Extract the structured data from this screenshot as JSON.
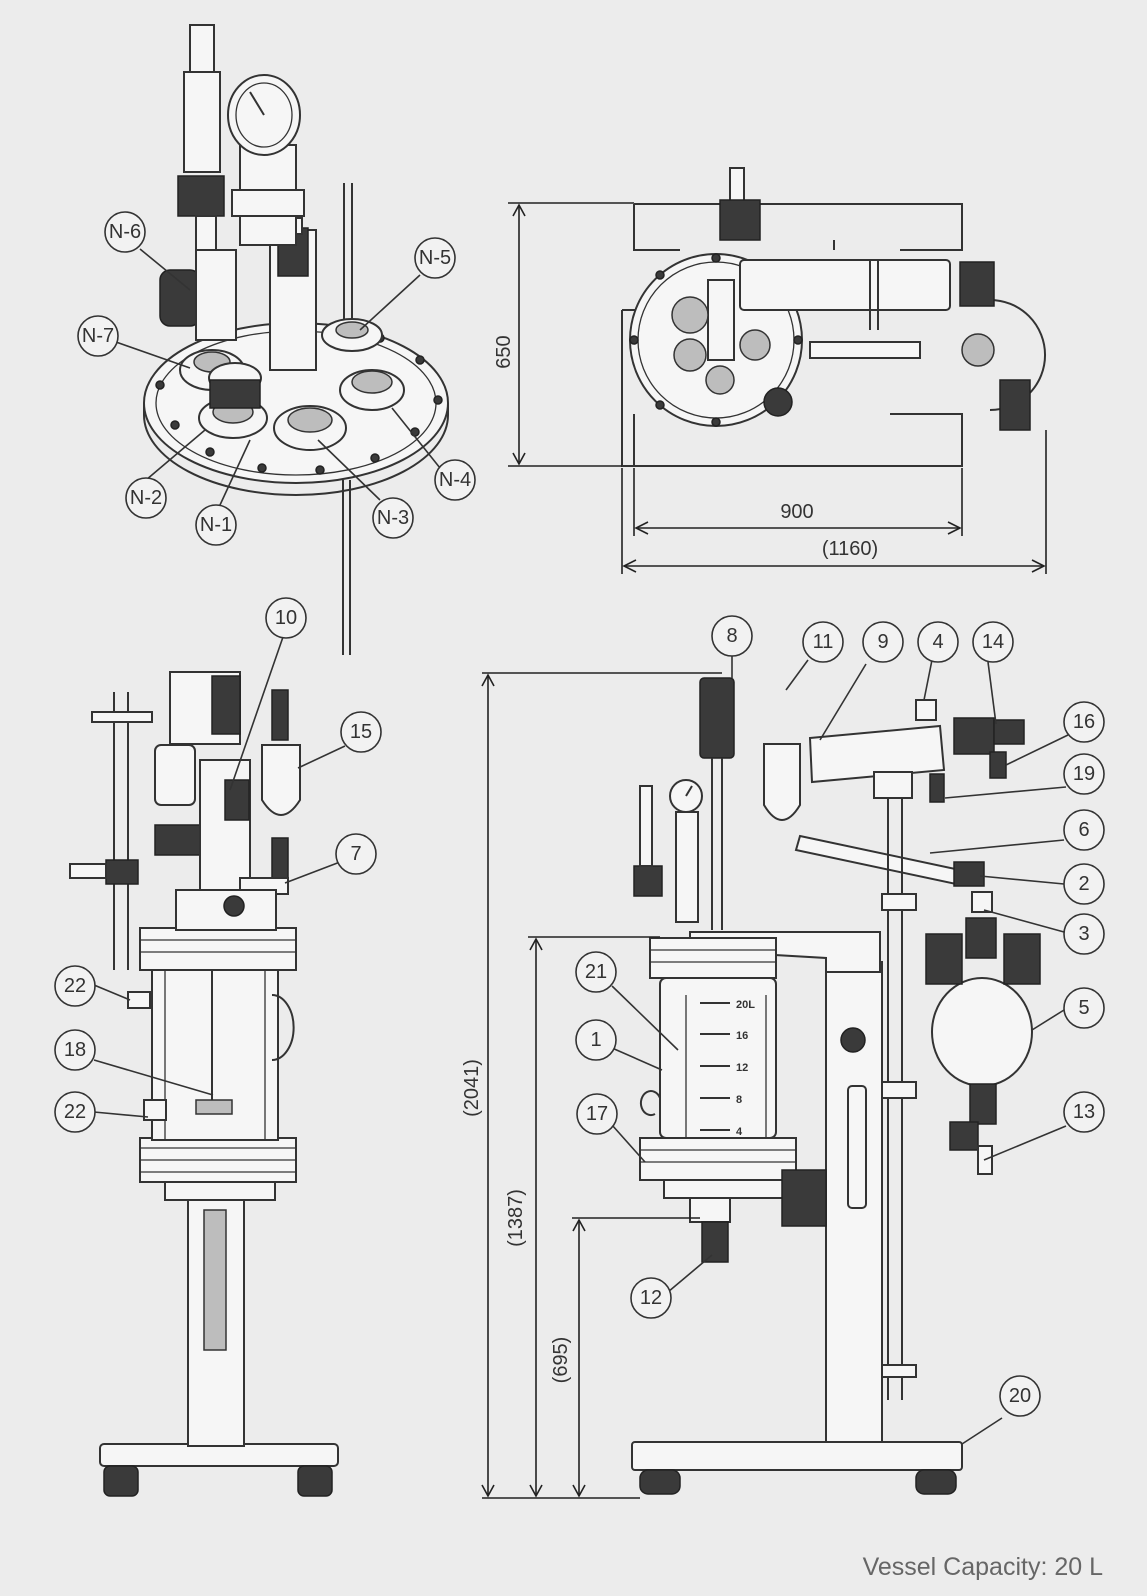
{
  "top_view_nozzles": [
    "N-1",
    "N-2",
    "N-3",
    "N-4",
    "N-5",
    "N-6",
    "N-7"
  ],
  "part_callouts": [
    "1",
    "2",
    "3",
    "4",
    "5",
    "6",
    "7",
    "8",
    "9",
    "10",
    "11",
    "12",
    "13",
    "14",
    "15",
    "16",
    "17",
    "18",
    "19",
    "20",
    "21",
    "22"
  ],
  "plan_dimensions": {
    "height": "650",
    "inner_width": "900",
    "overall_width": "(1160)"
  },
  "elevation_dimensions": {
    "overall_height": "(2041)",
    "flange_height": "(1387)",
    "outlet_height": "(695)"
  },
  "vessel_scale": [
    "20L",
    "16",
    "12",
    "8",
    "4"
  ],
  "vessel_capacity": "Vessel Capacity: 20 L"
}
